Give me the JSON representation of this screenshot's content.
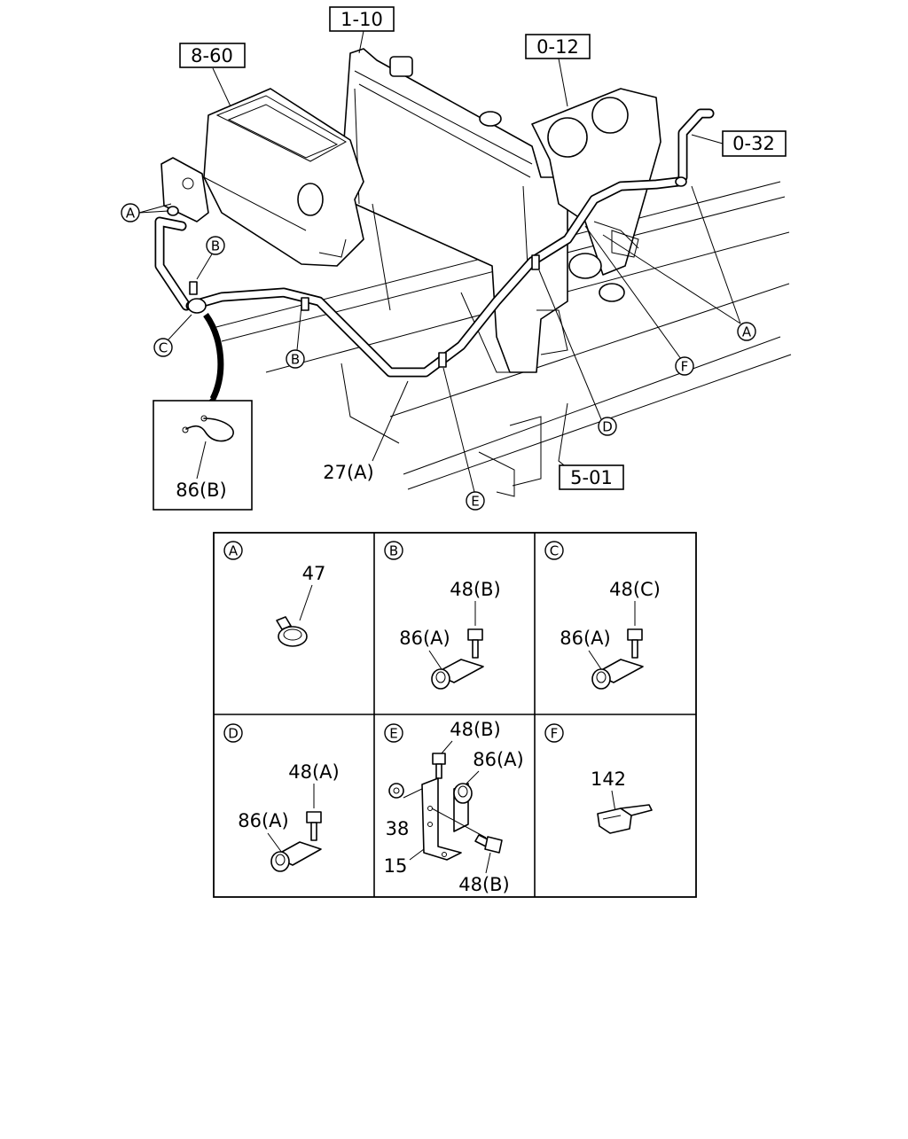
{
  "ref_boxes": {
    "r1": "1-10",
    "r2": "8-60",
    "r3": "0-12",
    "r4": "0-32",
    "r5": "5-01"
  },
  "callouts": {
    "a1": "A",
    "a2": "A",
    "b1": "B",
    "b2": "B",
    "c1": "C",
    "d1": "D",
    "e1": "E",
    "f1": "F"
  },
  "part_labels": {
    "p27a": "27(A)",
    "p86b": "86(B)"
  },
  "details": {
    "A": {
      "letter": "A",
      "labels": [
        "47"
      ]
    },
    "B": {
      "letter": "B",
      "labels": [
        "48(B)",
        "86(A)"
      ]
    },
    "C": {
      "letter": "C",
      "labels": [
        "48(C)",
        "86(A)"
      ]
    },
    "D": {
      "letter": "D",
      "labels": [
        "48(A)",
        "86(A)"
      ]
    },
    "E": {
      "letter": "E",
      "labels": [
        "48(B)",
        "86(A)",
        "38",
        "15",
        "48(B)"
      ]
    },
    "F": {
      "letter": "F",
      "labels": [
        "142"
      ]
    }
  }
}
